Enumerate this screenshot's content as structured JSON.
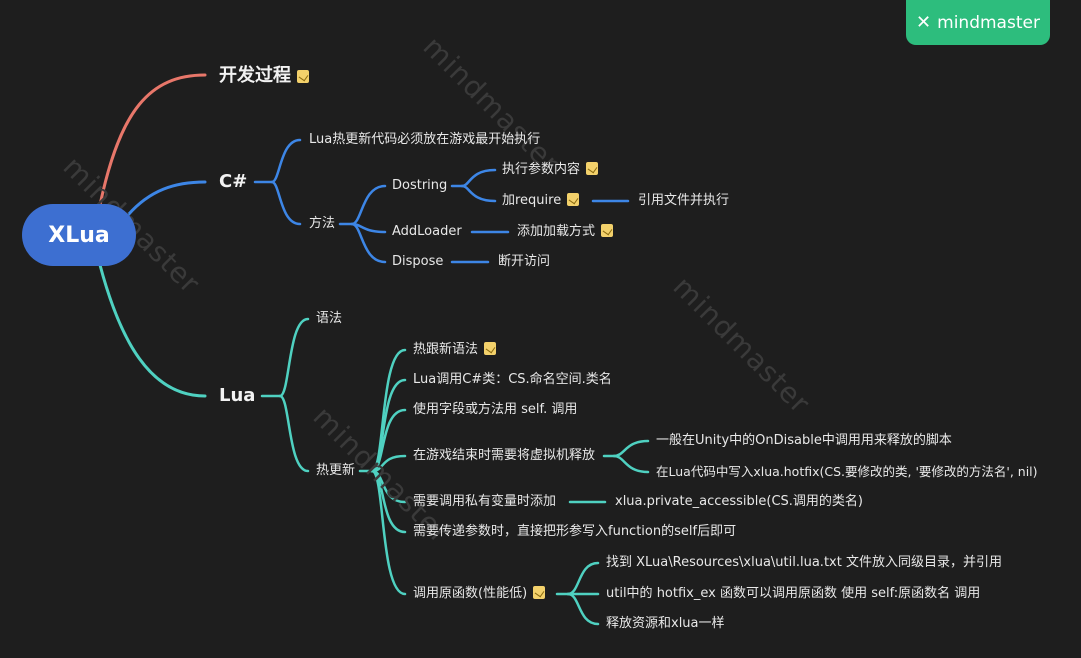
{
  "root": "XLua",
  "brand": {
    "name": "mindmaster",
    "logo_icon": "mindmaster-logo-icon",
    "color": "#2dbd7d"
  },
  "watermark": "mindmaster",
  "colors": {
    "branch1": "#e8776a",
    "branch2": "#3d86e6",
    "branch3": "#4fd1c1",
    "root_fill": "#3d6fd1"
  },
  "topics": {
    "t1": "开发过程",
    "t2": "C#",
    "t3": "Lua"
  },
  "csharp": {
    "a": "Lua热更新代码必须放在游戏最开始执行",
    "method": "方法",
    "dostring": "Dostring",
    "exec_param": "执行参数内容",
    "add_require": "加require",
    "ref_file": "引用文件并执行",
    "addloader": "AddLoader",
    "addloader_desc": "添加加载方式",
    "dispose": "Dispose",
    "dispose_desc": "断开访问"
  },
  "lua": {
    "syntax": "语法",
    "hot": "热更新",
    "h1": "热跟新语法",
    "h2": "Lua调用C#类：CS.命名空间.类名",
    "h3": "使用字段或方法用 self. 调用",
    "h4": "在游戏结束时需要将虚拟机释放",
    "h4a": "一般在Unity中的OnDisable中调用用来释放的脚本",
    "h4b": "在Lua代码中写入xlua.hotfix(CS.要修改的类, '要修改的方法名', nil)",
    "h5": "需要调用私有变量时添加",
    "h5a": "xlua.private_accessible(CS.调用的类名)",
    "h6": "需要传递参数时，直接把形参写入function的self后即可",
    "h7": "调用原函数(性能低)",
    "h7a": "找到 XLua\\Resources\\xlua\\util.lua.txt 文件放入同级目录，并引用",
    "h7b": "util中的 hotfix_ex 函数可以调用原函数 使用 self:原函数名 调用",
    "h7c": "释放资源和xlua一样"
  }
}
